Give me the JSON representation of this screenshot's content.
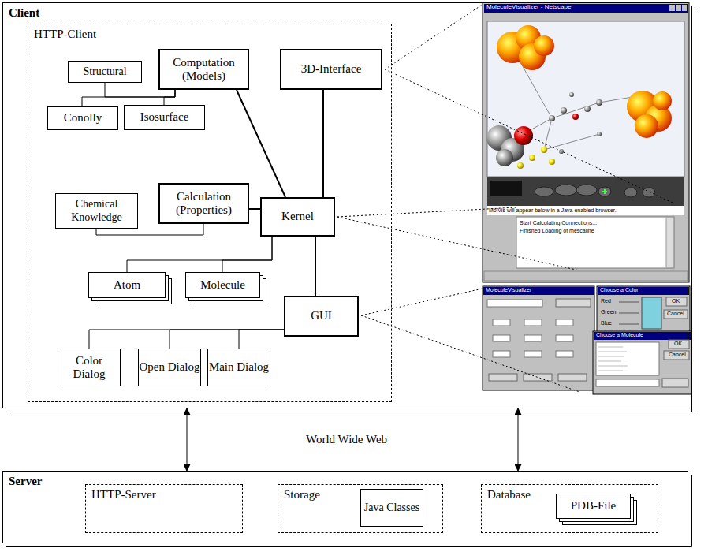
{
  "diagram": {
    "nodes": [
      {
        "text": [
          "Client"
        ]
      },
      {
        "text": [
          "HTTP-Client"
        ],
        "in": 0
      },
      {
        "text": [
          "Computation (Models)"
        ],
        "in": 1
      },
      {
        "text": [
          "Structural"
        ],
        "in": 1
      },
      {
        "text": [
          "Conolly"
        ],
        "in": 1
      },
      {
        "text": [
          "Isosurface"
        ],
        "in": 1
      },
      {
        "text": [
          "3D-Interface"
        ],
        "in": 1
      },
      {
        "text": [
          "Chemical Knowledge"
        ],
        "in": 1
      },
      {
        "text": [
          "Calculation (Properties)"
        ],
        "in": 1
      },
      {
        "text": [
          "Kernel"
        ],
        "in": 1
      },
      {
        "text": [
          "Atom"
        ],
        "in": 1
      },
      {
        "text": [
          "Molecule"
        ],
        "in": 1
      },
      {
        "text": [
          "GUI"
        ],
        "in": 1
      },
      {
        "text": [
          "Color Dialog"
        ],
        "in": 1
      },
      {
        "text": [
          "Open Dialog"
        ],
        "in": 1
      },
      {
        "text": [
          "Main Dialog"
        ],
        "in": 1
      },
      {
        "text": [
          "Server"
        ]
      },
      {
        "text": [
          "HTTP-Server"
        ],
        "in": 16
      },
      {
        "text": [
          "Storage"
        ],
        "in": 16
      },
      {
        "text": [
          "Java Classes"
        ],
        "in": 18
      },
      {
        "text": [
          "Database"
        ],
        "in": 16
      },
      {
        "text": [
          "PDB-File"
        ],
        "in": 20
      }
    ],
    "edges": [
      {
        "from": 2,
        "to": 3,
        "arrow": "none"
      },
      {
        "from": 2,
        "to": 4,
        "arrow": "none"
      },
      {
        "from": 2,
        "to": 5,
        "arrow": "none"
      },
      {
        "from": 2,
        "to": 9,
        "arrow": "none"
      },
      {
        "from": 6,
        "to": 9,
        "arrow": "none"
      },
      {
        "from": 8,
        "to": 7,
        "arrow": "none"
      },
      {
        "from": 8,
        "to": 9,
        "arrow": "none"
      },
      {
        "from": 9,
        "to": 10,
        "arrow": "none"
      },
      {
        "from": 9,
        "to": 11,
        "arrow": "none"
      },
      {
        "from": 12,
        "to": 9,
        "arrow": "none"
      },
      {
        "from": 12,
        "to": 13,
        "arrow": "none"
      },
      {
        "from": 12,
        "to": 14,
        "arrow": "none"
      },
      {
        "from": 12,
        "to": 15,
        "arrow": "none"
      },
      {
        "from": 0,
        "to": 16,
        "arrow": "both"
      },
      {
        "from": 0,
        "to": 16,
        "arrow": "both"
      }
    ],
    "labels": [
      "World Wide Web",
      "MoleculeVisualizer - Netscape",
      "MolVis will appear below in a Java enabled browser.",
      "Start Calculating Connections...",
      "Finished Loading of mescaline",
      "MoleculeVisualizer",
      "Choose a Color",
      "Red",
      "Green",
      "Blue",
      "OK",
      "Cancel",
      "Choose a Molecule",
      "OK",
      "Cancel"
    ]
  }
}
